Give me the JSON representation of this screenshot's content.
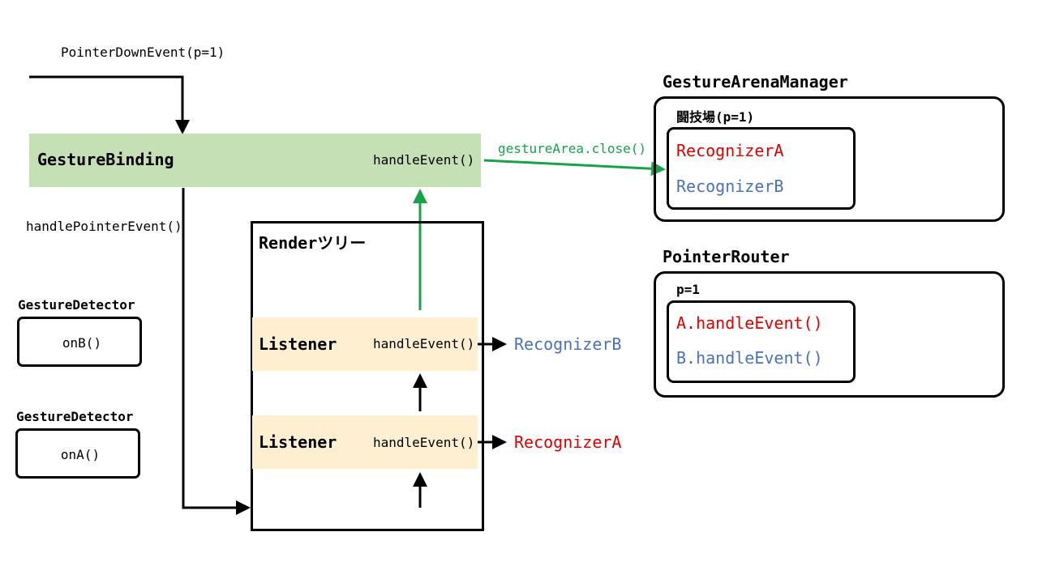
{
  "top_event": "PointerDownEvent(p=1)",
  "gesture_binding": {
    "title": "GestureBinding",
    "handle_event": "handleEvent()",
    "handle_pointer_event": "handlePointerEvent()"
  },
  "render_tree": {
    "title": "Renderツリー",
    "listeners": [
      {
        "label": "Listener",
        "handle_event": "handleEvent()",
        "recognizer": "RecognizerB"
      },
      {
        "label": "Listener",
        "handle_event": "handleEvent()",
        "recognizer": "RecognizerA"
      }
    ]
  },
  "gesture_detectors": [
    {
      "label": "GestureDetector",
      "callback": "onB()"
    },
    {
      "label": "GestureDetector",
      "callback": "onA()"
    }
  ],
  "close_call": "gestureArea.close()",
  "arena_manager": {
    "title": "GestureArenaManager",
    "arena_label": "闘技場(p=1)",
    "recognizers": [
      "RecognizerA",
      "RecognizerB"
    ]
  },
  "pointer_router": {
    "title": "PointerRouter",
    "pointer_label": "p=1",
    "handlers": [
      "A.handleEvent()",
      "B.handleEvent()"
    ]
  },
  "colors": {
    "recognizer_a": "#e00000",
    "recognizer_b": "#4a72b8",
    "close_arrow": "#18a34a",
    "gesture_binding_bg": "#c5e0b4",
    "listener_bg": "#fdefcf"
  }
}
